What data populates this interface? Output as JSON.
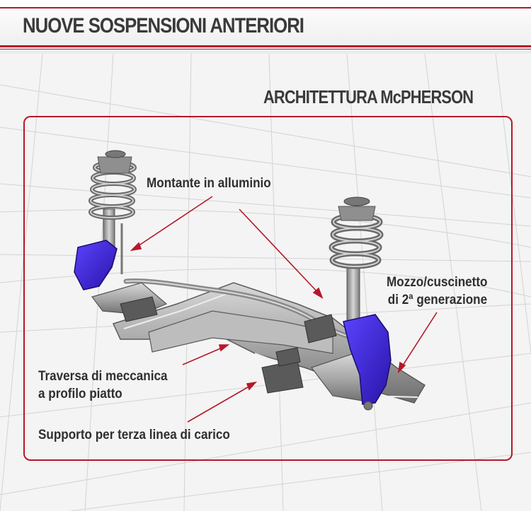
{
  "header": {
    "title": "NUOVE SOSPENSIONI ANTERIORI"
  },
  "subtitle": "ARCHITETTURA McPHERSON",
  "labels": {
    "montante": "Montante in alluminio",
    "mozzo_line1": "Mozzo/cuscinetto",
    "mozzo_line2": "di 2ª generazione",
    "traversa_line1": "Traversa di meccanica",
    "traversa_line2": "a profilo piatto",
    "supporto": "Supporto per terza linea di carico"
  },
  "colors": {
    "accent": "#b5182a",
    "highlight_part": "#3b22d0",
    "metal": "#9a9a9a"
  }
}
